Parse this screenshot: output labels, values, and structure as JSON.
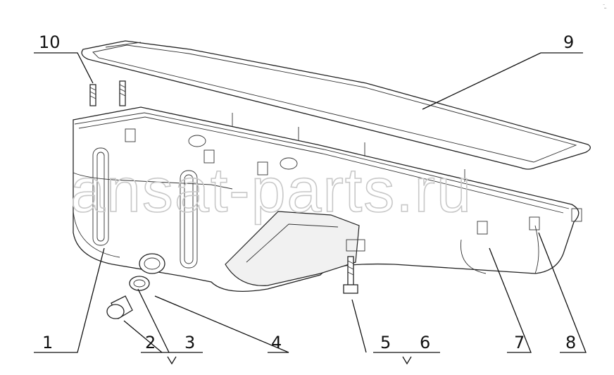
{
  "watermark": "ansat-parts.ru",
  "corner_mark": "⁻ ̲",
  "callouts": {
    "c1": "1",
    "c2": "2",
    "c3": "3",
    "c4": "4",
    "c5": "5",
    "c6": "6",
    "c7": "7",
    "c8": "8",
    "c9": "9",
    "c10": "10"
  }
}
